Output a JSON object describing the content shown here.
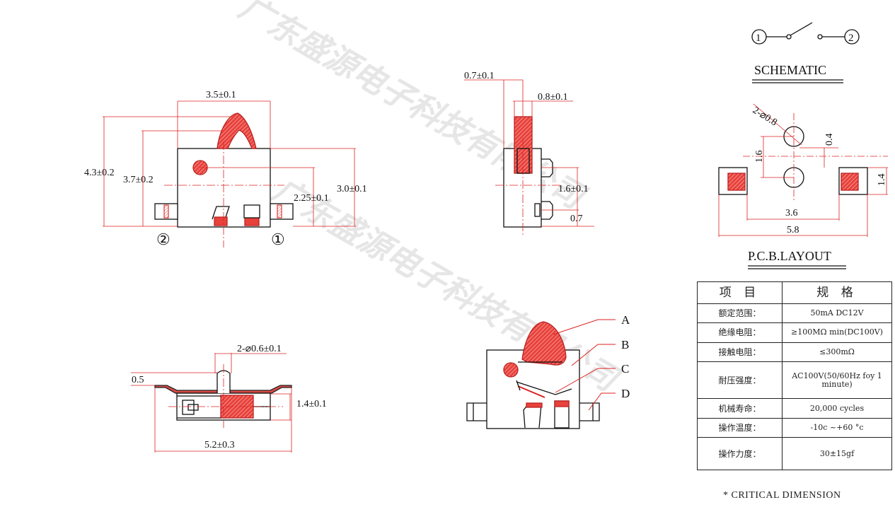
{
  "watermark": "广东盛源电子科技有限公司",
  "dims": {
    "front_width": "3.5±0.1",
    "front_h_total": "4.3±0.2",
    "front_h_lever": "3.7±0.2",
    "front_h_hole": "2.25±0.1",
    "front_h_body": "3.0±0.1",
    "pin2": "②",
    "pin1": "①",
    "side_lever_offset": "0.7±0.1",
    "side_lever_width": "0.8±0.1",
    "side_h_upper": "1.6±0.1",
    "side_h_lower": "0.7",
    "bottom_post": "2-⌀0.6±0.1",
    "bottom_terminal": "0.5",
    "bottom_height": "1.4±0.1",
    "bottom_width": "5.2±0.3"
  },
  "parts": {
    "a": "A",
    "b": "B",
    "c": "C",
    "d": "D"
  },
  "schematic": {
    "n1": "1",
    "n2": "2",
    "title": "SCHEMATIC"
  },
  "pcb": {
    "hole": "2-⌀0.8",
    "pitch": "1.6",
    "offset": "0.4",
    "pad_h": "1.4",
    "pad_gap": "3.6",
    "total": "5.8",
    "title": "P.C.B.LAYOUT"
  },
  "spec": {
    "head_item": "项 目",
    "head_spec": "规 格",
    "rows": [
      {
        "k": "额定范围：",
        "v": "50mA DC12V"
      },
      {
        "k": "绝缘电阻：",
        "v": "≥100MΩ min(DC100V)"
      },
      {
        "k": "接触电阻：",
        "v": "≤300mΩ"
      },
      {
        "k": "耐压强度：",
        "v": "AC100V(50/60Hz foy 1 minute)"
      },
      {
        "k": "机械寿命：",
        "v": "20,000 cycles"
      },
      {
        "k": "操作温度：",
        "v": "-10c ~+60 °c"
      },
      {
        "k": "操作力度：",
        "v": "30±15gf"
      }
    ]
  },
  "footnote": "* CRITICAL  DIMENSION"
}
